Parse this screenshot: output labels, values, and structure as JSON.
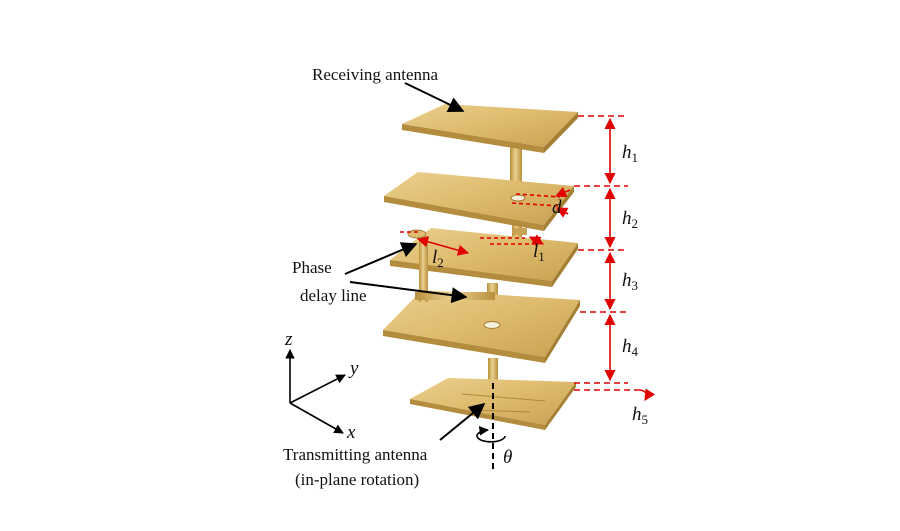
{
  "labels": {
    "receiving": "Receiving antenna",
    "phase_line1": "Phase",
    "phase_line2": "delay line",
    "transmitting_line1": "Transmitting antenna",
    "transmitting_line2": "(in-plane rotation)"
  },
  "dimensions": {
    "h1": {
      "sym": "h",
      "sub": "1"
    },
    "h2": {
      "sym": "h",
      "sub": "2"
    },
    "h3": {
      "sym": "h",
      "sub": "3"
    },
    "h4": {
      "sym": "h",
      "sub": "4"
    },
    "h5": {
      "sym": "h",
      "sub": "5"
    },
    "d": "d",
    "l1": {
      "sym": "l",
      "sub": "1"
    },
    "l2": {
      "sym": "l",
      "sub": "2"
    },
    "theta": "θ"
  },
  "axes": {
    "z": "z",
    "y": "y",
    "x": "x"
  },
  "colors": {
    "plate_top": "#e2c277",
    "plate_edge": "#b48c3e",
    "stem": "#d1ae62",
    "dimension": "#e00000",
    "arrow": "#000000"
  }
}
